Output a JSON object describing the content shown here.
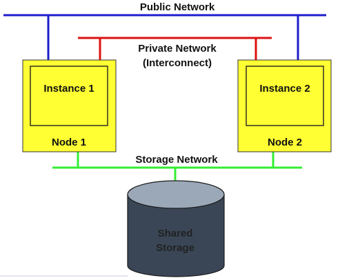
{
  "labels": {
    "public_network": "Public Network",
    "private_network_line1": "Private Network",
    "private_network_line2": "(Interconnect)",
    "instance_1": "Instance 1",
    "instance_2": "Instance 2",
    "node_1": "Node 1",
    "node_2": "Node 2",
    "storage_network": "Storage Network",
    "shared_storage_line1": "Shared",
    "shared_storage_line2": "Storage"
  },
  "colors": {
    "public_network": "#1c1ccc",
    "private_network": "#dd1111",
    "storage_network": "#33ee33",
    "node_fill": "#ffff33",
    "node_stroke": "#333333",
    "storage_top": "#9aa8b8",
    "storage_body": "#3a4656",
    "storage_stroke": "#1a1a1a"
  },
  "icons": {
    "shared_storage": "cylinder-database-icon"
  }
}
